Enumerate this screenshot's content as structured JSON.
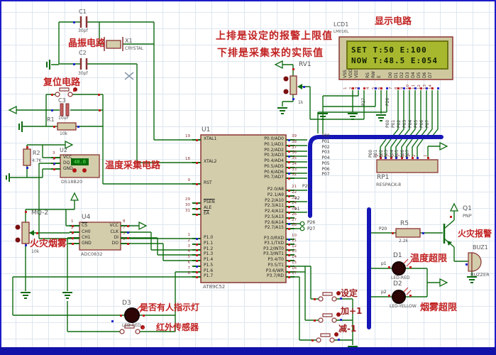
{
  "annotations": {
    "crystal": "晶振电路",
    "reset": "复位电路",
    "temp_acq": "温度采集电路",
    "fire_smoke": "火灾烟雾",
    "display": "显示电路",
    "note1": "上排是设定的报警上限值",
    "note2": "下排是采集来的实际值",
    "fire_alarm": "火灾报警",
    "temp_over": "温度超限",
    "smoke_over": "烟雾超限",
    "person": "是否有人指示灯",
    "infrared": "红外传感器"
  },
  "buttons": {
    "set": "设定",
    "plus": "加+1",
    "minus": "减-1"
  },
  "colors": {
    "bus": "#1616b6",
    "wire": "#0e6b11",
    "annotation": "#c22222"
  },
  "lcd": {
    "ref": "LCD1",
    "part": "LM016L",
    "line1": "SET T:50   E:100",
    "line2": "NOW T:48.5 E:054",
    "pins": [
      "VSS",
      "VDD",
      "VEE",
      "RS",
      "RW",
      "E",
      "D0",
      "D1",
      "D2",
      "D3",
      "D4",
      "D5",
      "D6",
      "D7"
    ],
    "pin_numbers": [
      "1",
      "2",
      "3",
      "4",
      "5",
      "6",
      "7",
      "8",
      "9",
      "10",
      "11",
      "12",
      "13",
      "14"
    ]
  },
  "mcu": {
    "ref": "U1",
    "part": "AT89C52",
    "left_pins": [
      [
        19,
        "XTAL1",
        197
      ],
      [
        18,
        "XTAL2",
        229
      ],
      [
        9,
        "RST",
        259
      ],
      [
        29,
        "PSEN",
        286
      ],
      [
        30,
        "ALE",
        294
      ],
      [
        31,
        "EA",
        302
      ],
      [
        1,
        "P1.0",
        336
      ],
      [
        2,
        "P1.1",
        344
      ],
      [
        3,
        "P1.2",
        352
      ],
      [
        4,
        "P1.3",
        359
      ],
      [
        5,
        "P1.4",
        367
      ],
      [
        6,
        "P1.5",
        375
      ],
      [
        7,
        "P1.6",
        383
      ],
      [
        8,
        "P1.7",
        390
      ]
    ],
    "right_pins": [
      [
        39,
        "P0.0/AD0",
        197
      ],
      [
        38,
        "P0.1/AD1",
        205
      ],
      [
        37,
        "P0.2/AD2",
        213
      ],
      [
        36,
        "P0.3/AD3",
        220
      ],
      [
        35,
        "P0.4/AD4",
        228
      ],
      [
        34,
        "P0.5/AD5",
        236
      ],
      [
        33,
        "P0.6/AD6",
        244
      ],
      [
        32,
        "P0.7/AD7",
        251
      ],
      [
        21,
        "P2.0/A8",
        268
      ],
      [
        22,
        "P2.1/A9",
        276
      ],
      [
        23,
        "P2.2/A10",
        284
      ],
      [
        24,
        "P2.3/A11",
        291
      ],
      [
        25,
        "P2.4/A12",
        299
      ],
      [
        26,
        "P2.5/A13",
        307
      ],
      [
        27,
        "P2.6/A14",
        315
      ],
      [
        28,
        "P2.7/A15",
        322
      ],
      [
        10,
        "P3.0/RXD",
        337
      ],
      [
        11,
        "P3.1/TXD",
        344
      ],
      [
        12,
        "P3.2/INT0",
        352
      ],
      [
        13,
        "P3.3/INT1",
        359
      ],
      [
        14,
        "P3.4/T0",
        367
      ],
      [
        15,
        "P3.5/T1",
        375
      ],
      [
        16,
        "P3.6/WR",
        383
      ],
      [
        17,
        "P3.7/RD",
        390
      ]
    ]
  },
  "u2": {
    "ref": "U2",
    "part": "DS18B20",
    "reading": "48.0",
    "pins": [
      [
        3,
        "VCC",
        222
      ],
      [
        2,
        "DQ",
        230
      ],
      [
        1,
        "GND",
        238
      ]
    ]
  },
  "u4": {
    "ref": "U4",
    "part": "ADC0832",
    "left_pins": [
      [
        1,
        "CS",
        318
      ],
      [
        2,
        "CH0",
        327
      ],
      [
        3,
        "CH1",
        335
      ],
      [
        4,
        "GND",
        343
      ]
    ],
    "right_pins": [
      [
        8,
        "VCC",
        318
      ],
      [
        7,
        "CLK",
        327
      ],
      [
        5,
        "DI",
        335
      ],
      [
        6,
        "DO",
        343
      ]
    ]
  },
  "rp1": {
    "ref": "RP1",
    "part": "RESPACK-8",
    "pin_numbers": [
      "9",
      "8",
      "7",
      "6",
      "5",
      "4",
      "3",
      "2"
    ],
    "common_pin": "1"
  },
  "parts": {
    "c1": [
      "C1",
      "30pf"
    ],
    "c2": [
      "C2",
      "30pf"
    ],
    "c3": [
      "C3",
      "10uF"
    ],
    "x1": [
      "X1",
      "CRYSTAL"
    ],
    "r1": [
      "R1",
      "10k"
    ],
    "r2": [
      "R2",
      "4.7K"
    ],
    "r5": [
      "R5",
      "2.2k"
    ],
    "rv1": [
      "RV1",
      "1k"
    ],
    "mq2": [
      "MQ-2",
      "10k"
    ],
    "q1": [
      "Q1",
      "PNP"
    ],
    "buz": [
      "BUZ1",
      "BUZZER"
    ],
    "d1": [
      "D1",
      "LED-RED"
    ],
    "d2": [
      "D2",
      "LED-YELLOW"
    ],
    "d3": [
      "D3",
      "LED-RED"
    ]
  },
  "net_labels": {
    "p0": [
      "P00",
      "P01",
      "P02",
      "P03",
      "P04",
      "P05",
      "P06",
      "P07"
    ],
    "p20": "P20",
    "e2": "e2",
    "e1": "e1",
    "p26": "P26",
    "p27": "P27",
    "lcd_rs": "P27",
    "lcd_e": "P26",
    "bus_p20": "P20",
    "bus_p1": "p1",
    "bus_p2": "p2"
  }
}
